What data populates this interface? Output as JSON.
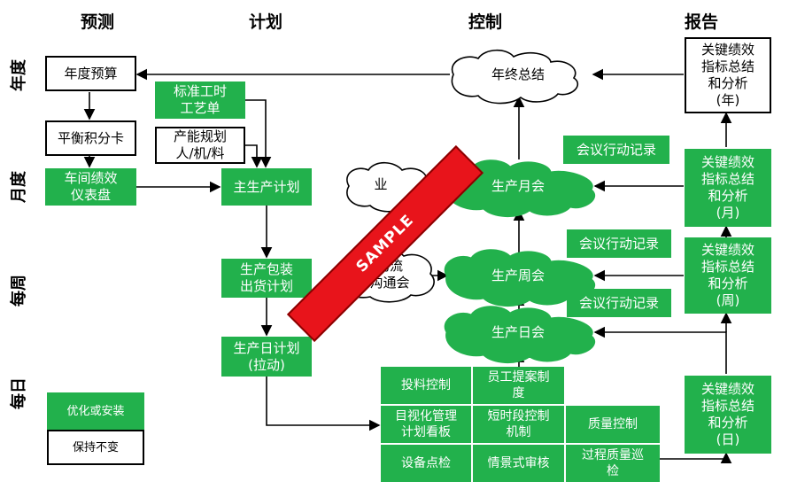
{
  "columns": {
    "forecast": "预测",
    "plan": "计划",
    "control": "控制",
    "report": "报告"
  },
  "rows": {
    "year": "年度",
    "month": "月度",
    "week": "每周",
    "day": "每日"
  },
  "boxes": {
    "annual_budget": "年度预算",
    "balanced_scorecard": "平衡积分卡",
    "workshop_dashboard": "车间绩效\n仪表盘",
    "standard_routing": "标准工时\n工艺单",
    "capacity_planning": "产能规划\n人/机/料",
    "master_schedule": "主生产计划",
    "packing_plan": "生产包装\n出货计划",
    "daily_plan": "生产日计划\n(拉动)",
    "kpi_year": "关键绩效\n指标总结\n和分析\n(年)",
    "kpi_month": "关键绩效\n指标总结\n和分析\n(月)",
    "kpi_week": "关键绩效\n指标总结\n和分析\n(周)",
    "kpi_day": "关键绩效\n指标总结\n和分析\n(日)",
    "minutes_1": "会议行动记录",
    "minutes_2": "会议行动记录",
    "minutes_3": "会议行动记录"
  },
  "clouds": {
    "year_end": "年终总结",
    "monthly_meeting": "生产月会",
    "weekly_meeting": "生产周会",
    "daily_meeting": "生产日会",
    "partial_left": "业",
    "logistics": "物流\n沟通会"
  },
  "grid": {
    "feed_control": "投料控制",
    "suggestion": "员工提案制\n度",
    "visual_board": "目视化管理\n计划看板",
    "short_interval": "短时段控制\n机制",
    "quality_control": "质量控制",
    "equipment_check": "设备点检",
    "scenario_audit": "情景式审核",
    "process_patrol": "过程质量巡\n检"
  },
  "legend": {
    "improve": "优化或安装",
    "keep": "保持不变"
  },
  "watermark": "SAMPLE",
  "colors": {
    "green": "#22b14c",
    "red": "#e8141b",
    "line": "#000000"
  }
}
